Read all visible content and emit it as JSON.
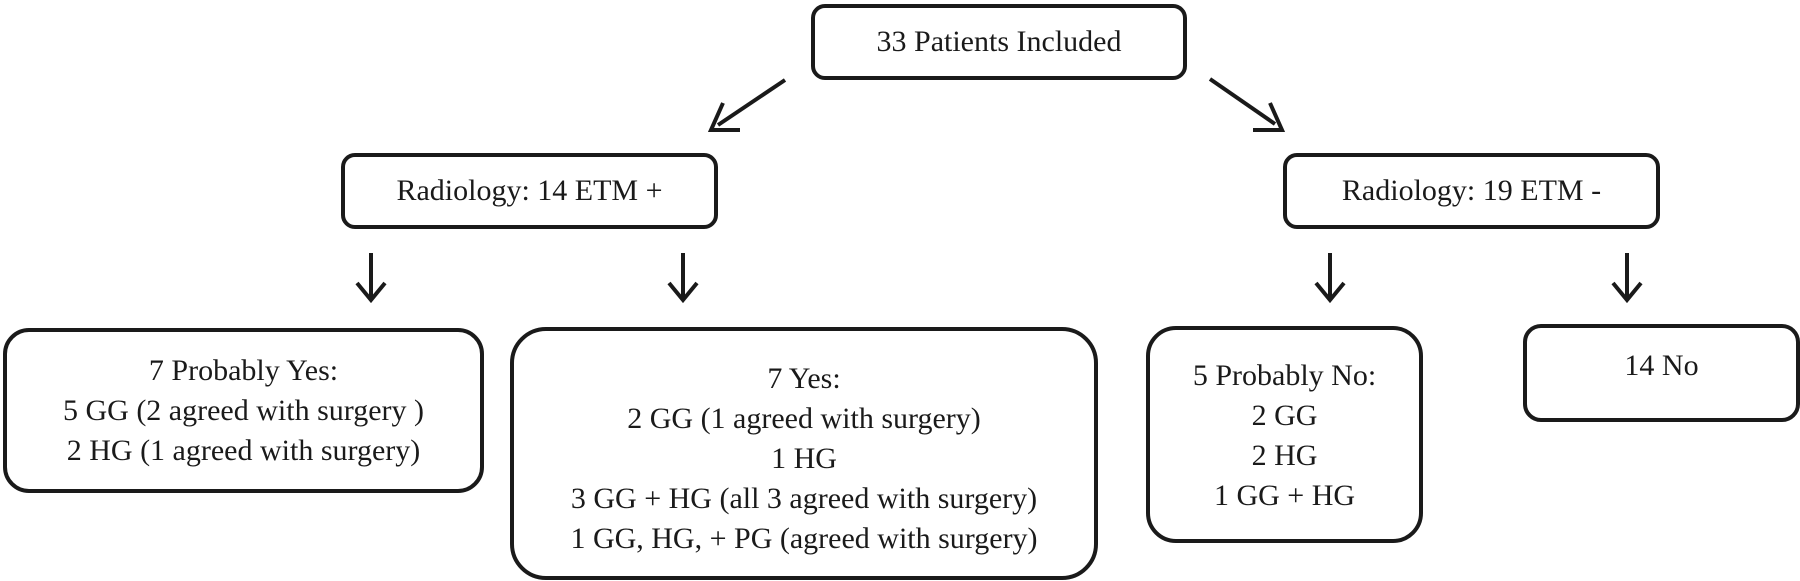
{
  "root": {
    "text": "33 Patients Included"
  },
  "branches": [
    {
      "label": "Radiology: 14 ETM +"
    },
    {
      "label": "Radiology: 19 ETM -"
    }
  ],
  "outcomes": [
    {
      "lines": [
        "7 Probably Yes:",
        "5 GG (2 agreed with surgery )",
        "2 HG (1 agreed with surgery)"
      ]
    },
    {
      "lines": [
        "7 Yes:",
        "2 GG (1 agreed with surgery)",
        "1 HG",
        "3 GG + HG (all 3 agreed with surgery)",
        "1 GG, HG, + PG (agreed with surgery)"
      ]
    },
    {
      "lines": [
        "5 Probably No:",
        "2 GG",
        "2 HG",
        "1 GG + HG"
      ]
    },
    {
      "lines": [
        "14 No"
      ]
    }
  ],
  "colors": {
    "stroke": "#1a1a1a",
    "background": "#ffffff"
  }
}
